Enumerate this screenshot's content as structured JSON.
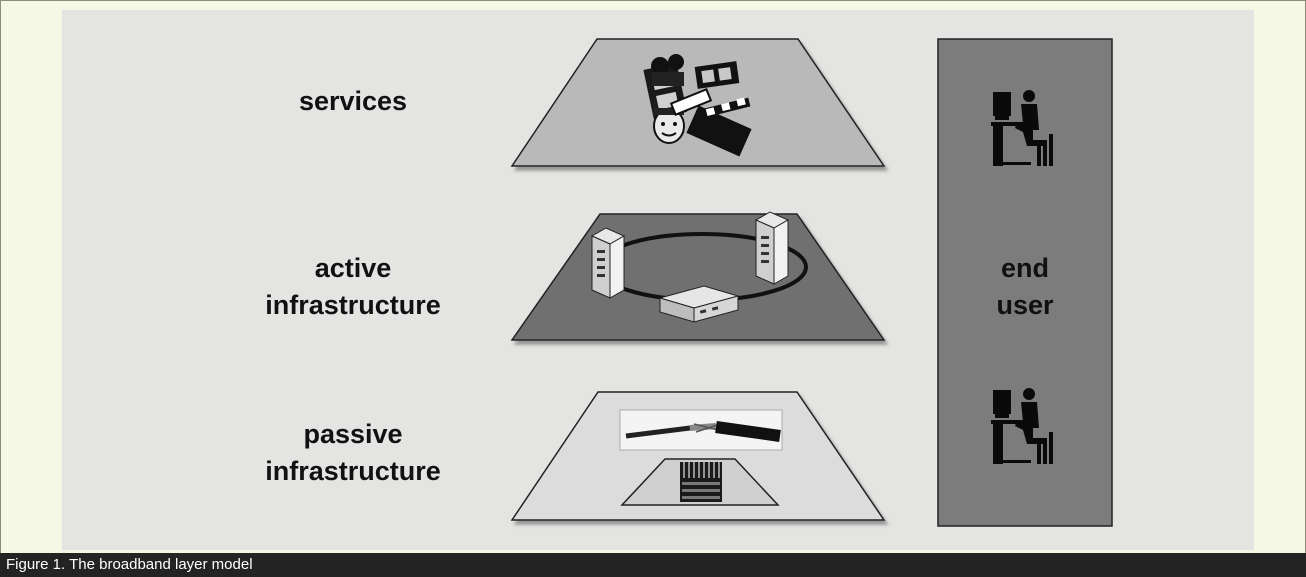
{
  "layers": [
    {
      "label": "services"
    },
    {
      "label": "active\ninfrastructure"
    },
    {
      "label": "passive\ninfrastructure"
    }
  ],
  "end_user": {
    "label": "end\nuser"
  },
  "caption": "Figure 1. The broadband layer model",
  "colors": {
    "page_background": "#f6f8e6",
    "panel_background": "#e4e4e2",
    "services_plane": "#b9b9b9",
    "active_plane": "#6f6f6f",
    "passive_plane": "#dcdcdc",
    "end_user_column": "#7c7c7c",
    "caption_bar": "#232323"
  },
  "icons": [
    "multimedia-services-icon",
    "server-tower-icon",
    "network-ring-icon",
    "router-box-icon",
    "fiber-cable-icon",
    "fiber-bundle-icon",
    "computer-user-icon"
  ]
}
